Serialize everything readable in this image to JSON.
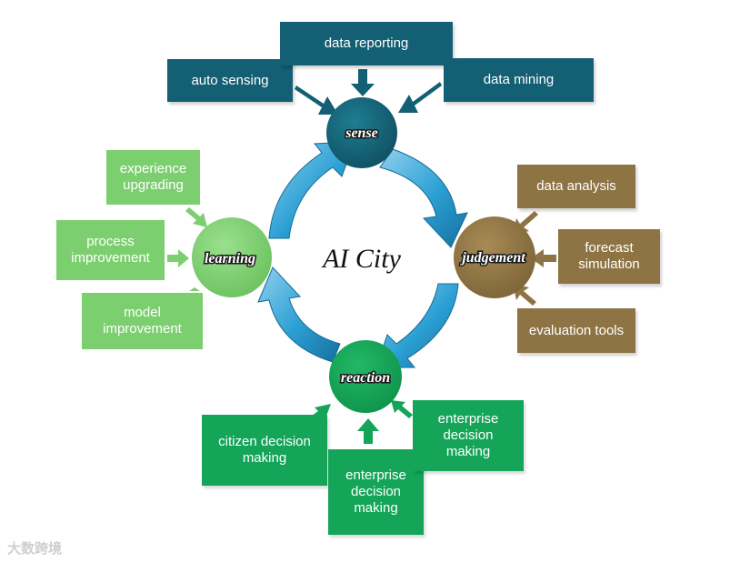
{
  "title": "AI City",
  "colors": {
    "teal": "#135f73",
    "brown": "#8e7445",
    "light_green": "#7ccf6f",
    "dark_green": "#14a558",
    "ring_blue": "#1f8fc4",
    "ring_blue_light": "#8fd0ee"
  },
  "nodes": {
    "sense": "sense",
    "judgement": "judgement",
    "reaction": "reaction",
    "learning": "learning"
  },
  "sense_inputs": {
    "auto_sensing": "auto sensing",
    "data_reporting": "data reporting",
    "data_mining": "data mining"
  },
  "judgement_inputs": {
    "data_analysis": "data analysis",
    "forecast_simulation": "forecast\nsimulation",
    "evaluation_tools": "evaluation tools"
  },
  "reaction_inputs": {
    "citizen_decision_making": "citizen decision\nmaking",
    "enterprise_decision_making_center": "enterprise\ndecision\nmaking",
    "enterprise_decision_making_right": "enterprise\ndecision\nmaking"
  },
  "learning_inputs": {
    "experience_upgrading": "experience\nupgrading",
    "process_improvement": "process\nimprovement",
    "model_improvement": "model\nimprovement"
  },
  "watermark": "大数跨境"
}
